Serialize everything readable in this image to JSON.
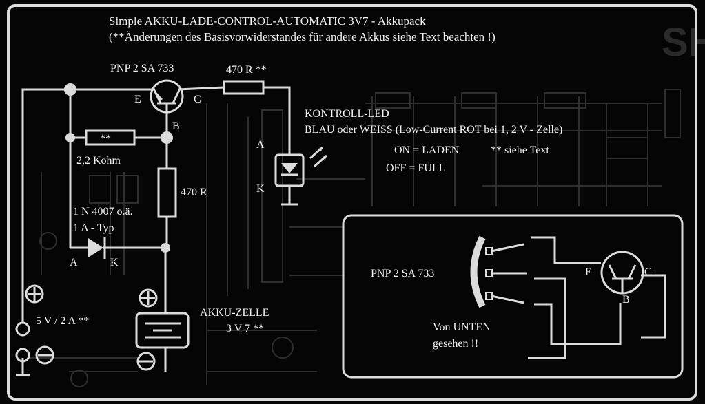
{
  "title": {
    "line1": "Simple AKKU-LADE-CONTROL-AUTOMATIC 3V7 - Akkupack",
    "line2": "(**Änderungen des Basisvorwiderstandes für andere Akkus siehe Text beachten !)"
  },
  "transistor": {
    "label": "PNP  2 SA 733",
    "pin_e": "E",
    "pin_c": "C",
    "pin_b": "B"
  },
  "resistors": {
    "top": "470 R **",
    "base_pull": "**",
    "base_pull_value": "2,2 Kohm",
    "base": "470 R"
  },
  "diode": {
    "type": "1 N 4007 o.ä.",
    "rating": "1 A - Typ",
    "anode": "A",
    "cathode": "K"
  },
  "led": {
    "title": "KONTROLL-LED",
    "color_note": "BLAU oder WEISS  (Low-Current ROT  bei 1, 2 V - Zelle)",
    "on_state": "ON = LADEN",
    "note": "** siehe Text",
    "off_state": "OFF = FULL",
    "anode": "A",
    "cathode": "K"
  },
  "supply": {
    "label": "5 V / 2 A **",
    "plus": "⊕",
    "minus": "⊖"
  },
  "battery": {
    "label": "AKKU-ZELLE",
    "voltage": "3 V 7 **",
    "plus": "⊕",
    "minus": "⊖"
  },
  "pinout": {
    "label": "PNP  2 SA 733",
    "pin_e": "E",
    "pin_c": "C",
    "pin_b": "B",
    "view_line1": "Von UNTEN",
    "view_line2": "gesehen !!"
  },
  "background": {
    "watermark": "SH"
  }
}
